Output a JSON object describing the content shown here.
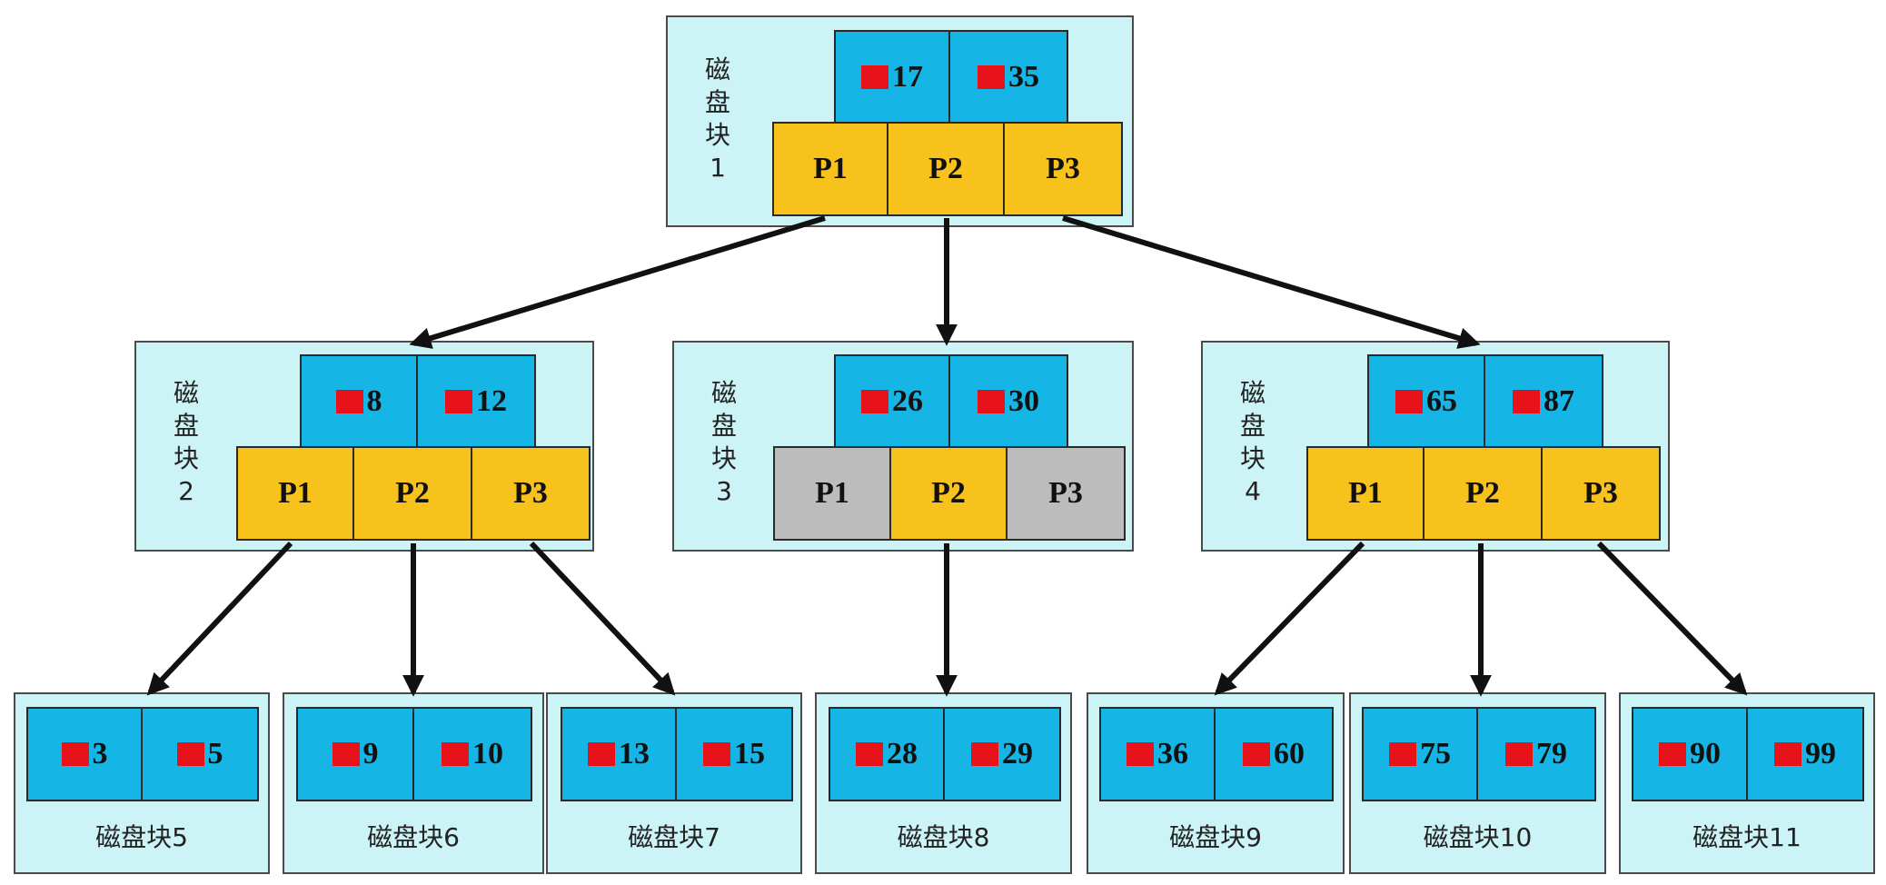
{
  "block_word": [
    "磁",
    "盘",
    "块"
  ],
  "root": {
    "number": "1",
    "keys": [
      "17",
      "35"
    ],
    "pointers": [
      "P1",
      "P2",
      "P3"
    ]
  },
  "middle": [
    {
      "number": "2",
      "keys": [
        "8",
        "12"
      ],
      "pointers": [
        "P1",
        "P2",
        "P3"
      ],
      "active": [
        true,
        true,
        true
      ]
    },
    {
      "number": "3",
      "keys": [
        "26",
        "30"
      ],
      "pointers": [
        "P1",
        "P2",
        "P3"
      ],
      "active": [
        false,
        true,
        false
      ]
    },
    {
      "number": "4",
      "keys": [
        "65",
        "87"
      ],
      "pointers": [
        "P1",
        "P2",
        "P3"
      ],
      "active": [
        true,
        true,
        true
      ]
    }
  ],
  "leaves": [
    {
      "label": "磁盘块5",
      "keys": [
        "3",
        "5"
      ]
    },
    {
      "label": "磁盘块6",
      "keys": [
        "9",
        "10"
      ]
    },
    {
      "label": "磁盘块7",
      "keys": [
        "13",
        "15"
      ]
    },
    {
      "label": "磁盘块8",
      "keys": [
        "28",
        "29"
      ]
    },
    {
      "label": "磁盘块9",
      "keys": [
        "36",
        "60"
      ]
    },
    {
      "label": "磁盘块10",
      "keys": [
        "75",
        "79"
      ]
    },
    {
      "label": "磁盘块11",
      "keys": [
        "90",
        "99"
      ]
    }
  ],
  "colors": {
    "block_bg": "#ccf3f6",
    "key_bg": "#15b5e6",
    "pointer_bg": "#f8c21c",
    "pointer_unused_bg": "#bcbcbc",
    "marker": "#e8121a"
  }
}
